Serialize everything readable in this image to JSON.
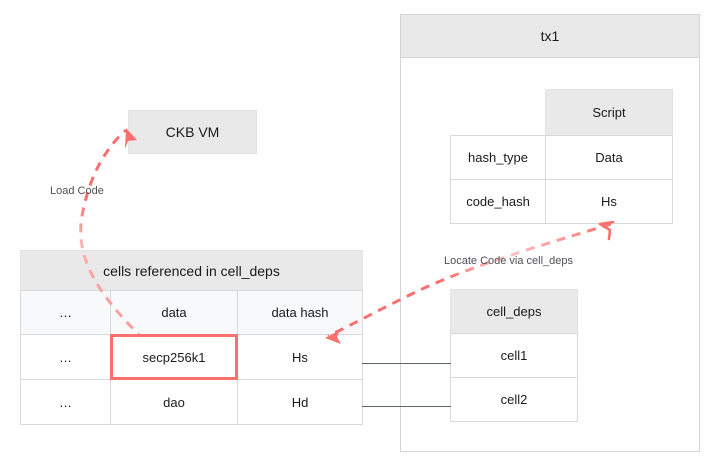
{
  "diagram": {
    "title": "CKB cell_deps code locating and loading",
    "accent_color": "#f9706e",
    "header_fill": "#e9e9e9",
    "connector_color": "#5d6470"
  },
  "tx_container": {
    "title": "tx1"
  },
  "script_table": {
    "header_blank": "",
    "header_label": "Script",
    "rows": [
      {
        "key": "hash_type",
        "value": "Data"
      },
      {
        "key": "code_hash",
        "value": "Hs"
      }
    ]
  },
  "cell_deps_table": {
    "header": "cell_deps",
    "rows": [
      "cell1",
      "cell2"
    ]
  },
  "vm_box": {
    "label": "CKB VM"
  },
  "cells_table": {
    "header": "cells referenced in cell_deps",
    "columns": [
      "…",
      "data",
      "data hash"
    ],
    "rows": [
      {
        "index": "…",
        "data": "secp256k1",
        "data_hash": "Hs",
        "highlighted": true
      },
      {
        "index": "…",
        "data": "dao",
        "data_hash": "Hd",
        "highlighted": false
      }
    ]
  },
  "edges": [
    {
      "name": "load-code",
      "label": "Load Code"
    },
    {
      "name": "locate-code",
      "label": "Locate Code via cell_deps"
    }
  ]
}
